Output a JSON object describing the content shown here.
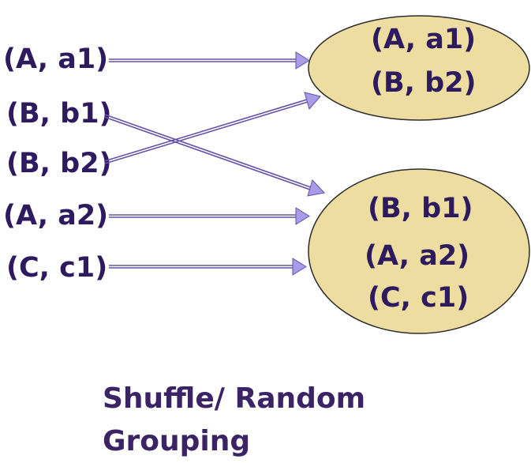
{
  "inputs": [
    {
      "label": "(A, a1)"
    },
    {
      "label": "(B, b1)"
    },
    {
      "label": "(B, b2)"
    },
    {
      "label": "(A, a2)"
    },
    {
      "label": "(C, c1)"
    }
  ],
  "groups": [
    {
      "items": [
        "(A, a1)",
        "(B, b2)"
      ]
    },
    {
      "items": [
        "(B, b1)",
        "(A, a2)",
        "(C, c1)"
      ]
    }
  ],
  "caption": {
    "line1": "Shuffle/ Random",
    "line2": "Grouping"
  },
  "colors": {
    "ellipse_fill": "#eedda0",
    "ellipse_stroke": "#2b2b2b",
    "text": "#2e1a5e",
    "arrow_stroke": "#6652a6",
    "arrow_head": "#a89be8"
  }
}
